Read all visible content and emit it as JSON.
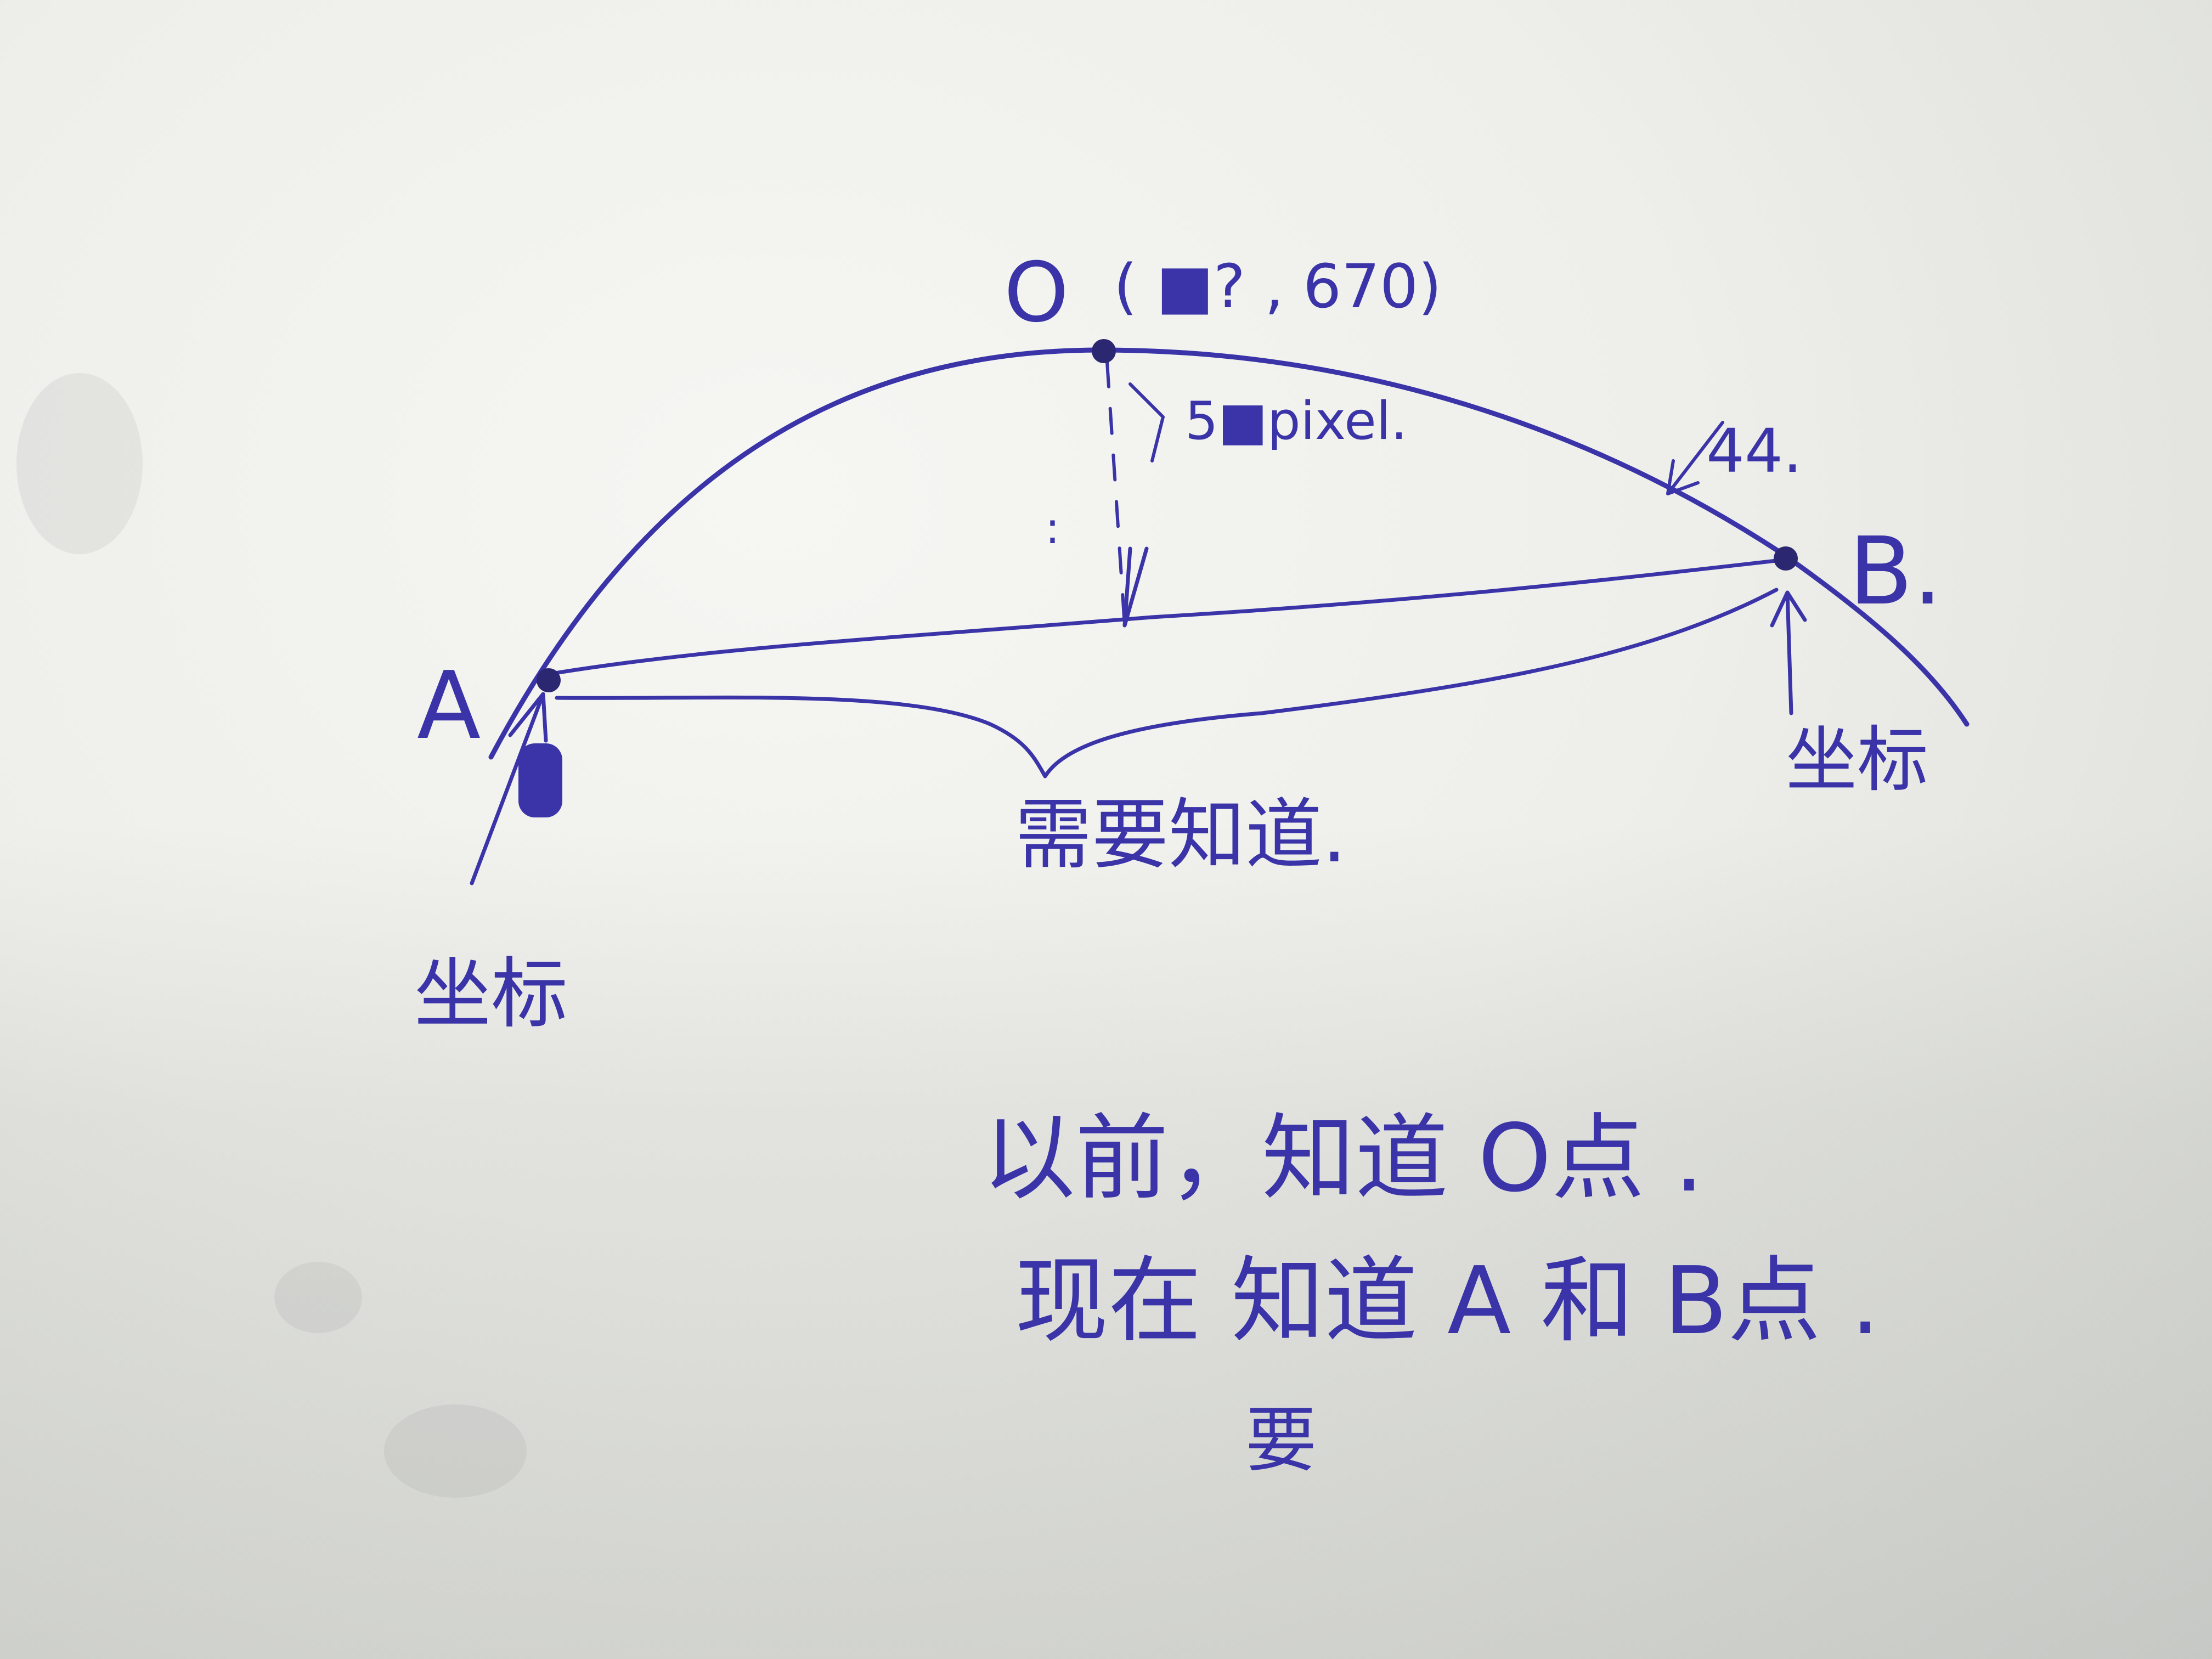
{
  "diagram": {
    "point_o_label": "O",
    "point_o_coords": "( ■? , 670)",
    "offset_label": "5■pixel.",
    "arc_label": "44.",
    "point_a_label": "A",
    "point_a_note": "坐标",
    "point_b_label": "B.",
    "point_b_note": "坐标",
    "chord_label": "需要知道.",
    "note_line_1": "以前，知道 O点 .",
    "note_line_2": "现在 知道 A 和 B点 .",
    "note_line_2_insert": "要"
  },
  "colors": {
    "ink": "#3a34a8",
    "paper": "#efefeb"
  }
}
